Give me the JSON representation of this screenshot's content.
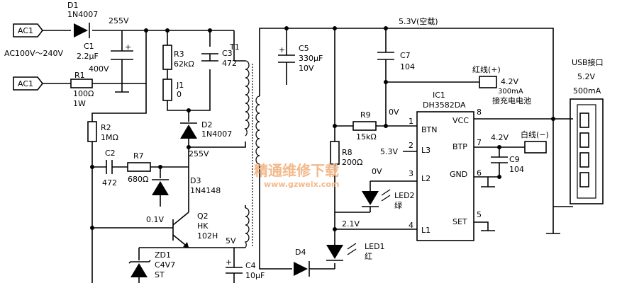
{
  "labels": {
    "ac1_top": "AC1",
    "ac1_bottom": "AC1",
    "ac_range": "AC100V～240V",
    "d1_name": "D1",
    "d1_part": "1N4007",
    "v255_top": "255V",
    "c1_name": "C1",
    "c1_value": "2.2μF",
    "c1_volt": "400V",
    "c1_plus": "+",
    "r1_name": "R1",
    "r1_value": "100Ω",
    "r1_power": "1W",
    "r2_name": "R2",
    "r2_value": "1MΩ",
    "c2_name": "C2",
    "c2_value": "472",
    "r7_name": "R7",
    "r7_value": "680Ω",
    "r3_name": "R3",
    "r3_value": "62kΩ",
    "j1_name": "J1",
    "j1_value": "0",
    "c3_name": "C3",
    "c3_value": "472",
    "d2_name": "D2",
    "d2_part": "1N4007",
    "v255_mid": "255V",
    "d3_name": "D3",
    "d3_part": "1N4148",
    "q2_base_v": "0.1V",
    "q2_name": "Q2",
    "q2_part1": "HK",
    "q2_part2": "102H",
    "v5": "5V",
    "zd1_name": "ZD1",
    "zd1_part": "C4V7",
    "zd1_part2": "ST",
    "c4_name": "C4",
    "c4_value": "10μF",
    "c4_plus": "+",
    "t1_name": "T1",
    "c5_name": "C5",
    "c5_value": "330μF",
    "c5_volt": "10V",
    "c5_plus": "+",
    "v53_top": "5.3V(空载)",
    "v53_left": "5.3V",
    "c7_name": "C7",
    "c7_value": "104",
    "red_wire": "红线(+)",
    "v42_top": "4.2V",
    "ma300": "300mA",
    "charge_batt": "接充电电池",
    "ic1_name": "IC1",
    "ic1_part": "DH3582DA",
    "v0_top": "0V",
    "r9_name": "R9",
    "r9_value": "15kΩ",
    "r8_name": "R8",
    "r8_value": "200Ω",
    "v53_l3": "5.3V",
    "v0_l2": "0V",
    "led2_name": "LED2",
    "led2_color": "绿",
    "v21": "2.1V",
    "d4_name": "D4",
    "led1_name": "LED1",
    "led1_color": "红",
    "pin1": "1",
    "pin2": "2",
    "pin3": "3",
    "pin4": "4",
    "pin5": "5",
    "pin6": "6",
    "pin7": "7",
    "pin8": "8",
    "btn": "BTN",
    "l3": "L3",
    "l2": "L2",
    "l1": "L1",
    "vcc": "VCC",
    "btp": "BTP",
    "gnd": "GND",
    "set": "SET",
    "v42_btp": "4.2V",
    "white_wire": "白线(−)",
    "c9_name": "C9",
    "c9_value": "104",
    "usb_port": "USB接口",
    "v52": "5.2V",
    "ma500": "500mA",
    "watermark": "精通维修下载",
    "watermark_url": "www.gzweix.com"
  }
}
